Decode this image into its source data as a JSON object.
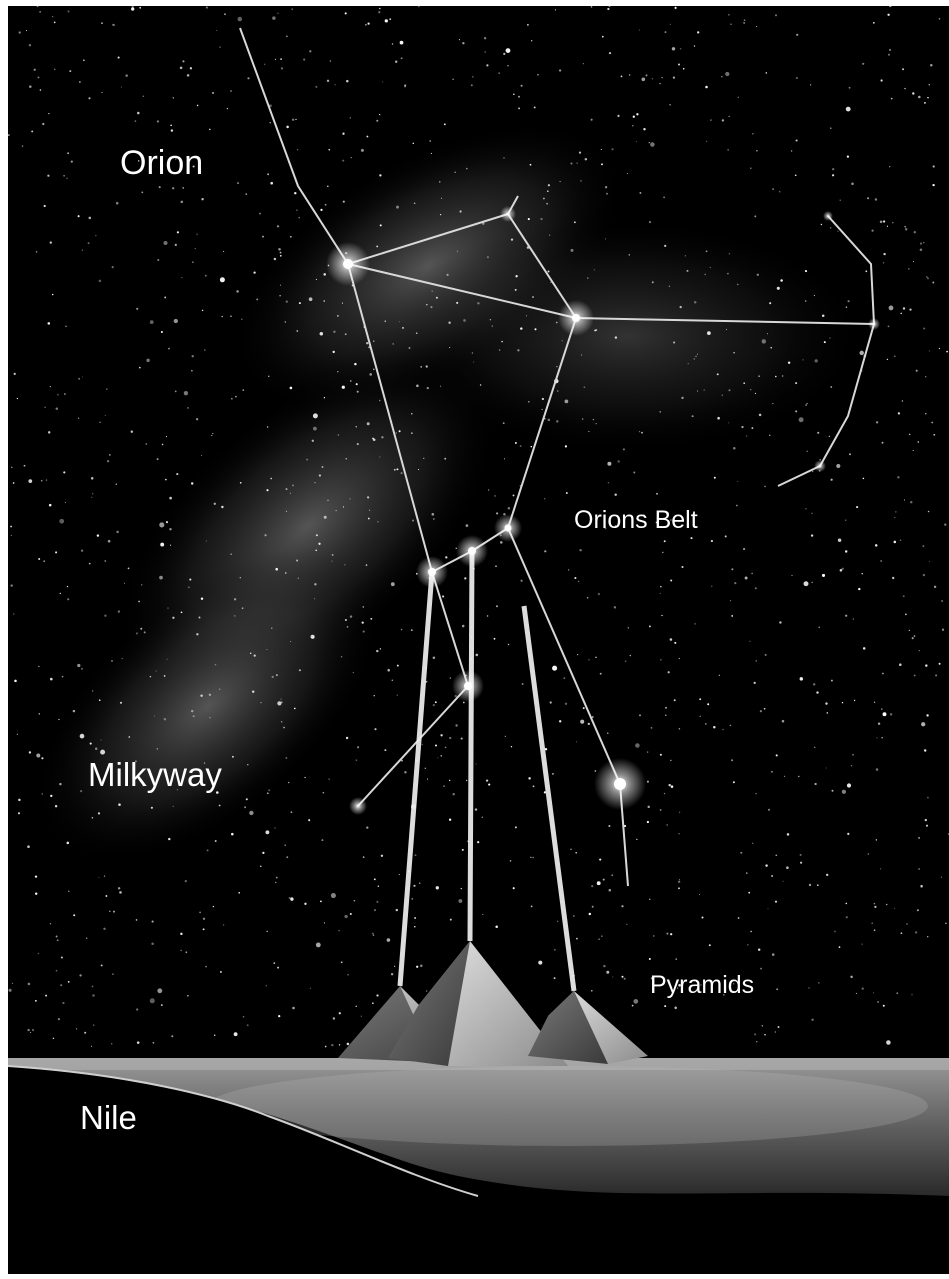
{
  "labels": {
    "orion": "Orion",
    "orions_belt": "Orions Belt",
    "milkyway": "Milkyway",
    "pyramids": "Pyramids",
    "nile": "Nile"
  },
  "colors": {
    "sky": "#000000",
    "stars": "#ffffff",
    "lines": "#d8d8d8",
    "ground": "#7a7a7a",
    "border": "#ffffff"
  }
}
